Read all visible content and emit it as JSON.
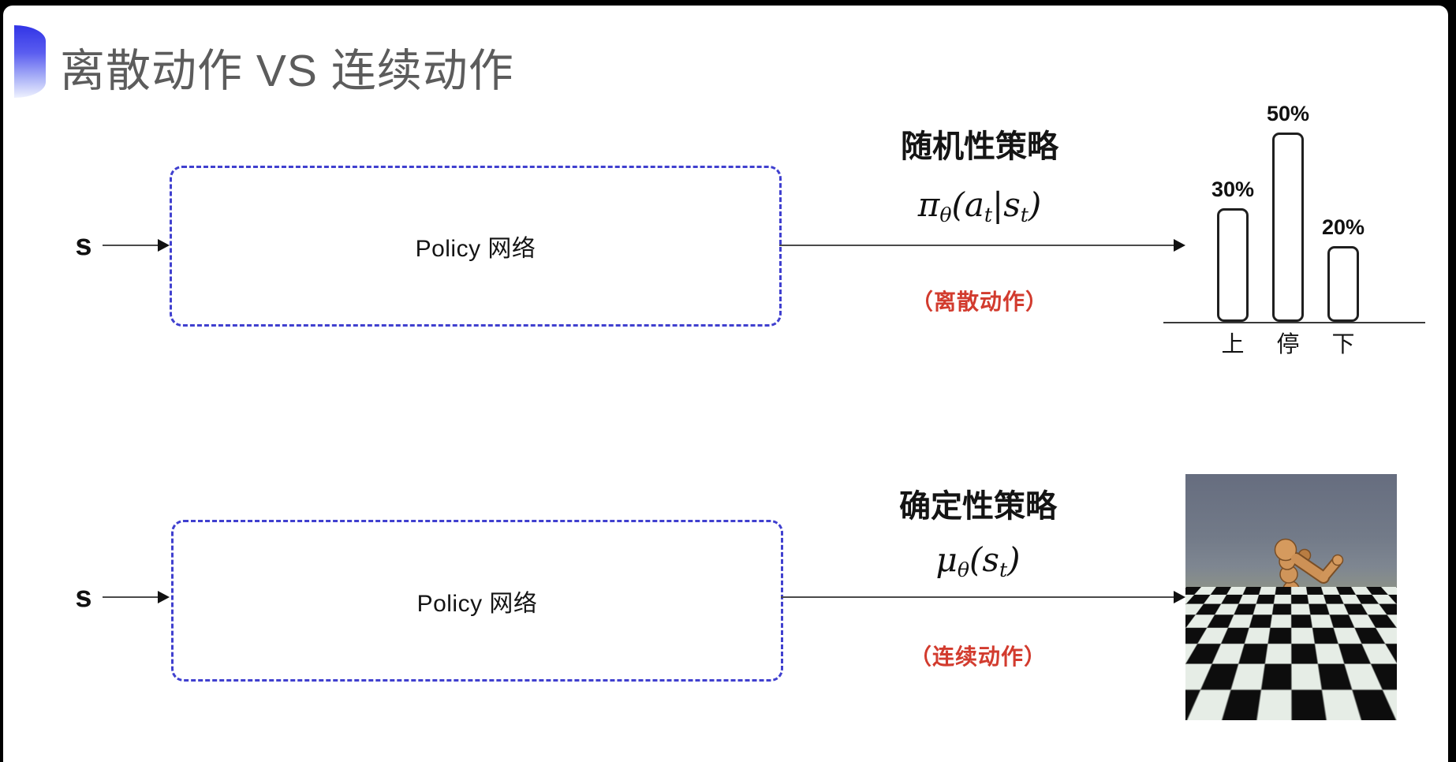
{
  "title": "离散动作 VS 连续动作",
  "colors": {
    "accent_blue": "#4040cf",
    "note_red": "#d23b2e",
    "title_gray": "#5c5c5c",
    "ink": "#141414",
    "arrow_line": "#4a4a4a",
    "bar_stroke": "#1f1f1f",
    "sky_top": "#666d7f",
    "sky_horizon": "#8a9089",
    "tile_dark": "#0d0d0d",
    "tile_light": "#e6ede6",
    "robot_tan": "#cd9156"
  },
  "rows": [
    {
      "input_label": "s",
      "box_label": "Policy 网络",
      "policy_type": "随机性策略",
      "formula": [
        {
          "t": "π"
        },
        {
          "t": "θ",
          "sub": true
        },
        {
          "t": "("
        },
        {
          "t": "a"
        },
        {
          "t": "t",
          "sub": true
        },
        {
          "t": "|"
        },
        {
          "t": "s"
        },
        {
          "t": "t",
          "sub": true
        },
        {
          "t": ")"
        }
      ],
      "action_note": "（离散动作）"
    },
    {
      "input_label": "s",
      "box_label": "Policy 网络",
      "policy_type": "确定性策略",
      "formula": [
        {
          "t": "μ"
        },
        {
          "t": "θ",
          "sub": true
        },
        {
          "t": "("
        },
        {
          "t": "s"
        },
        {
          "t": "t",
          "sub": true
        },
        {
          "t": ")"
        }
      ],
      "action_note": "（连续动作）"
    }
  ],
  "chart_data": {
    "type": "bar",
    "title": "",
    "categories": [
      "上",
      "停",
      "下"
    ],
    "values": [
      30,
      50,
      20
    ],
    "value_labels": [
      "30%",
      "50%",
      "20%"
    ],
    "ylim": [
      0,
      55
    ],
    "grid": false,
    "legend": "none"
  }
}
